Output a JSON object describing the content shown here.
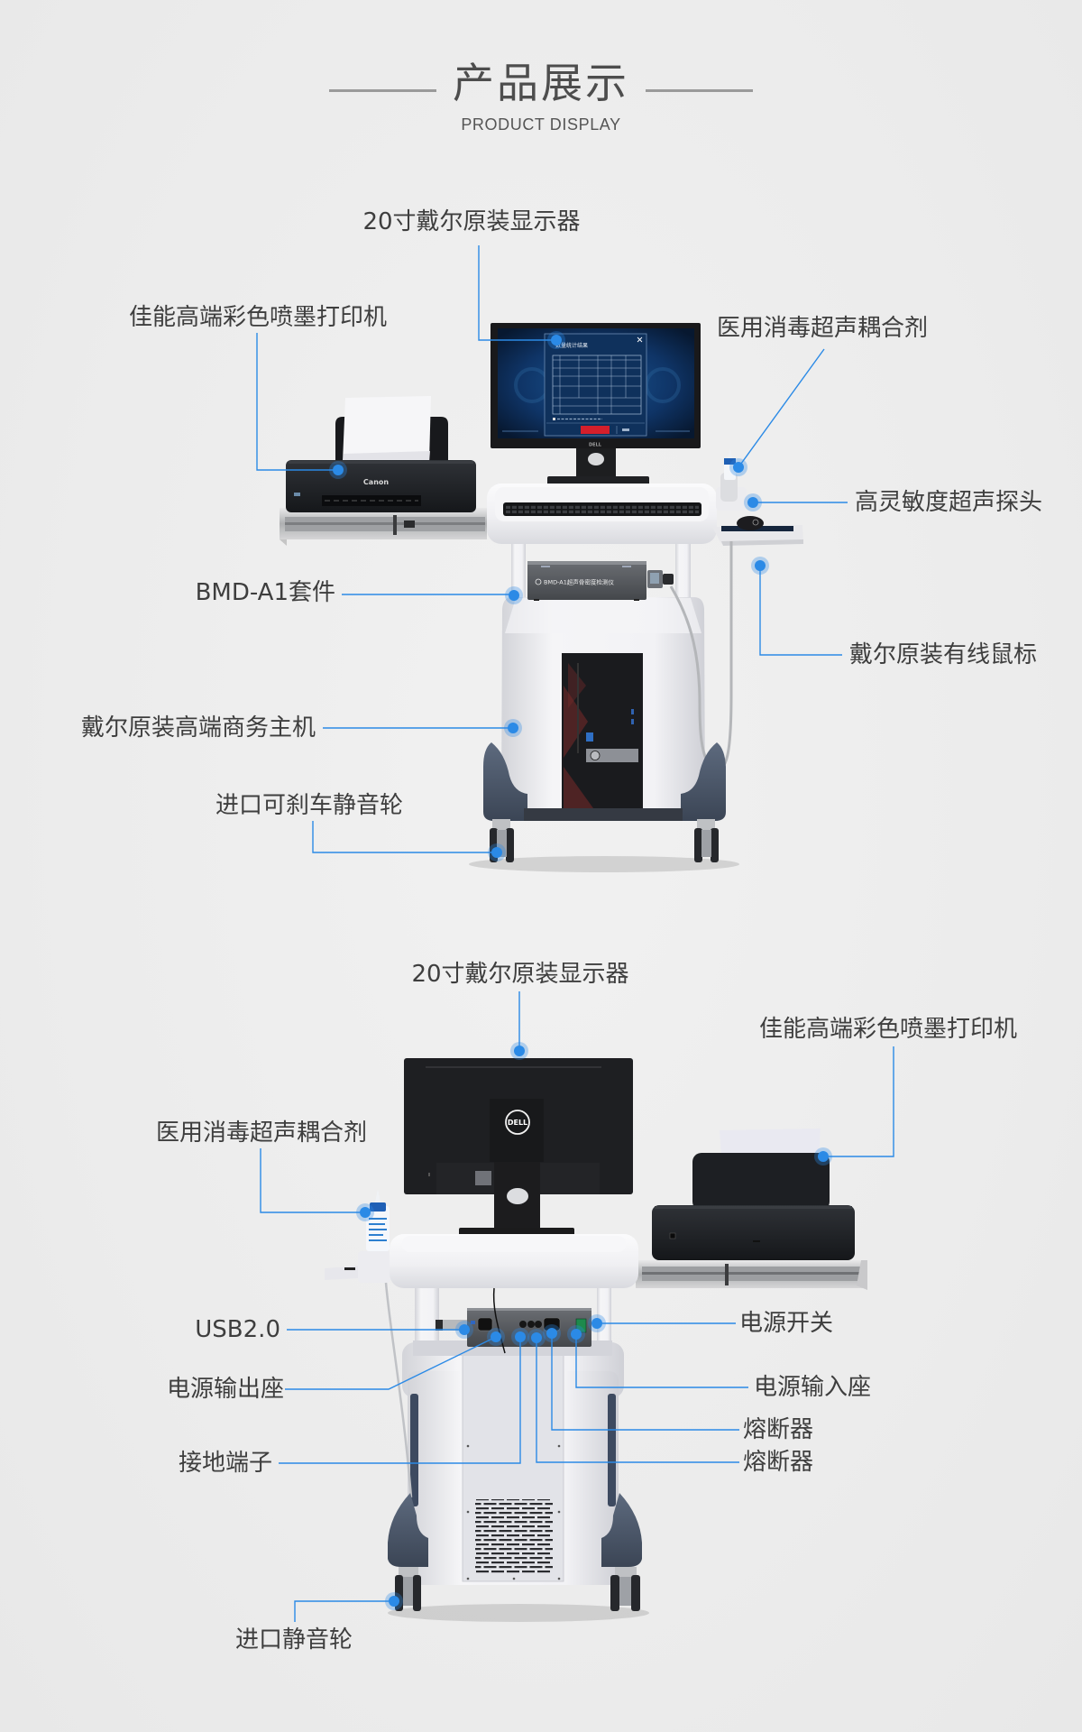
{
  "header": {
    "title": "产品展示",
    "subtitle": "PRODUCT DISPLAY"
  },
  "front_view": {
    "callouts": {
      "monitor": "20寸戴尔原装显示器",
      "printer": "佳能高端彩色喷墨打印机",
      "coupling_gel": "医用消毒超声耦合剂",
      "probe": "高灵敏度超声探头",
      "bmd_kit": "BMD-A1套件",
      "mouse": "戴尔原装有线鼠标",
      "host": "戴尔原装高端商务主机",
      "wheels": "进口可刹车静音轮"
    },
    "device_label": "BMD-A1超声骨密度检测仪",
    "printer_brand": "Canon",
    "monitor_brand": "DELL",
    "screen_dialog_title": "数量统计结果"
  },
  "back_view": {
    "callouts": {
      "monitor": "20寸戴尔原装显示器",
      "printer": "佳能高端彩色喷墨打印机",
      "coupling_gel": "医用消毒超声耦合剂",
      "usb": "USB2.0",
      "power_switch": "电源开关",
      "power_output": "电源输出座",
      "power_input": "电源输入座",
      "fuse_1": "熔断器",
      "fuse_2": "熔断器",
      "ground_terminal": "接地端子",
      "wheels": "进口静音轮"
    },
    "monitor_brand": "DELL"
  },
  "colors": {
    "accent": "#2b8ae6",
    "label_text": "#3e3e3e",
    "background": "#ececec",
    "title_line": "#9a9a9a"
  }
}
